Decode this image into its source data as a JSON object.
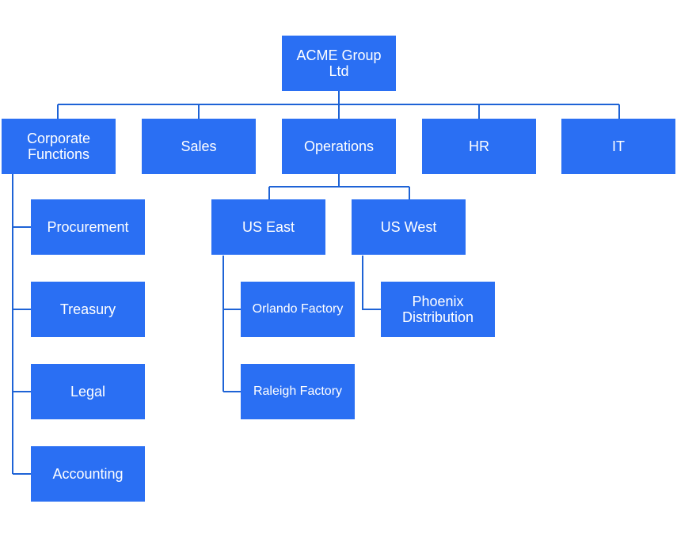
{
  "org_chart": {
    "colors": {
      "box": "#2a6ff3",
      "line": "#1e63d6",
      "text": "#ffffff"
    },
    "root": {
      "label": "ACME Group\nLtd"
    },
    "departments": [
      {
        "label": "Corporate\nFunctions"
      },
      {
        "label": "Sales"
      },
      {
        "label": "Operations"
      },
      {
        "label": "HR"
      },
      {
        "label": "IT"
      }
    ],
    "corporate_functions": [
      {
        "label": "Procurement"
      },
      {
        "label": "Treasury"
      },
      {
        "label": "Legal"
      },
      {
        "label": "Accounting"
      }
    ],
    "regions": [
      {
        "label": "US East"
      },
      {
        "label": "US West"
      }
    ],
    "us_east_sites": [
      {
        "label": "Orlando Factory"
      },
      {
        "label": "Raleigh Factory"
      }
    ],
    "us_west_sites": [
      {
        "label": "Phoenix\nDistribution"
      }
    ]
  }
}
